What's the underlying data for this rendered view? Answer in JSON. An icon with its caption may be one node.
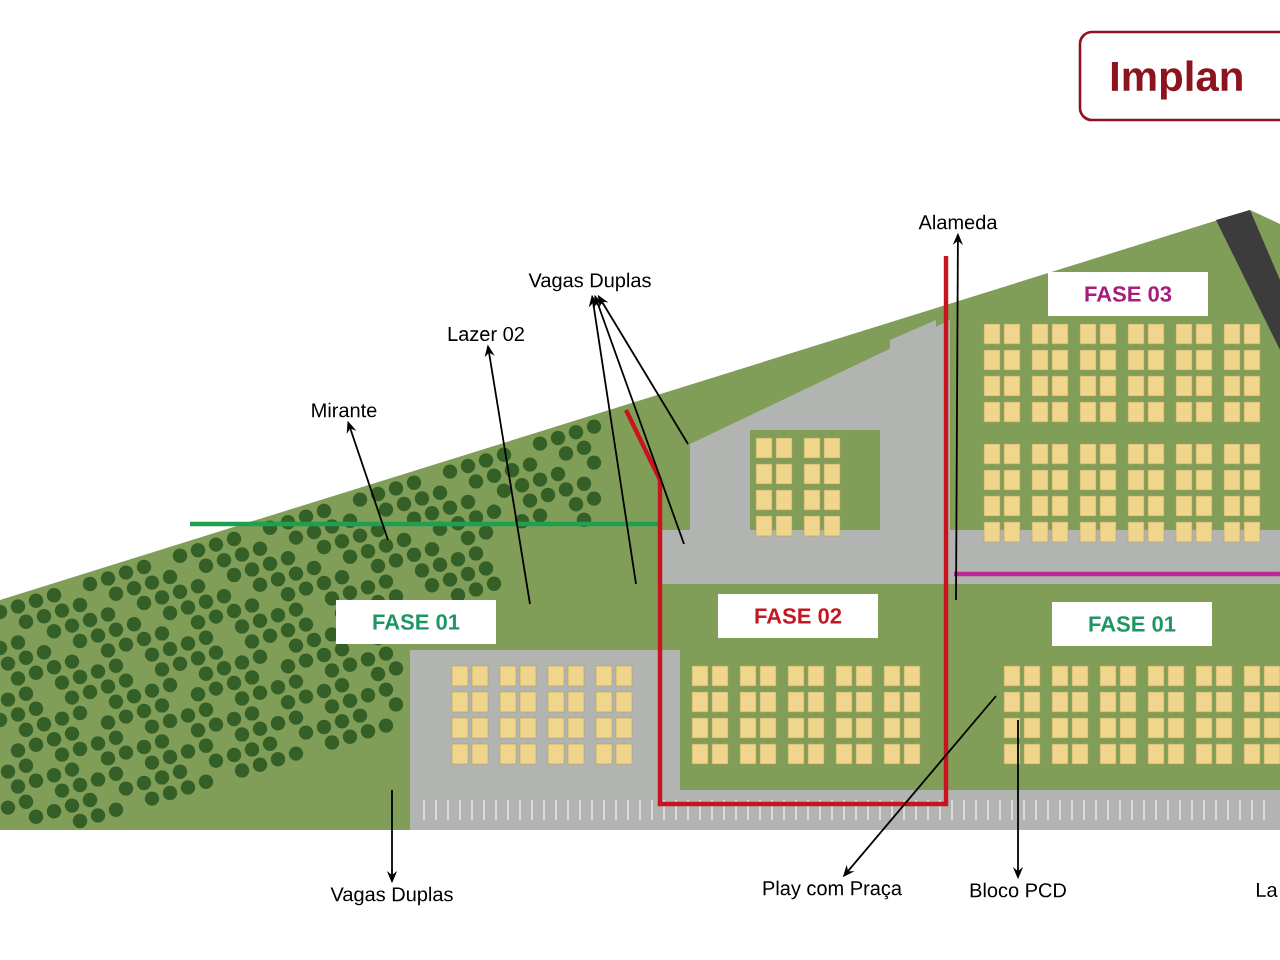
{
  "diagram": {
    "title": "Implan",
    "nodes": [
      {
        "text": [
          "Alameda"
        ]
      },
      {
        "text": [
          "Vagas Duplas"
        ]
      },
      {
        "text": [
          "FASE 03"
        ]
      },
      {
        "text": [
          "Lazer 02"
        ]
      },
      {
        "text": [
          "Mirante"
        ]
      },
      {
        "text": [
          "FASE 01"
        ]
      },
      {
        "text": [
          "FASE 02"
        ]
      },
      {
        "text": [
          "FASE 01"
        ]
      },
      {
        "text": [
          "Vagas Duplas"
        ]
      },
      {
        "text": [
          "Play com Praça"
        ]
      },
      {
        "text": [
          "Bloco PCD"
        ]
      }
    ],
    "edges": [
      {
        "from": null,
        "to": 0,
        "arrow": "to"
      },
      {
        "from": null,
        "to": 1,
        "arrow": "to"
      },
      {
        "from": null,
        "to": 1,
        "arrow": "to"
      },
      {
        "from": null,
        "to": 1,
        "arrow": "to"
      },
      {
        "from": null,
        "to": 3,
        "arrow": "to"
      },
      {
        "from": null,
        "to": 4,
        "arrow": "to"
      },
      {
        "from": null,
        "to": 8,
        "arrow": "to"
      },
      {
        "from": null,
        "to": 9,
        "arrow": "to"
      },
      {
        "from": null,
        "to": 10,
        "arrow": "to"
      }
    ],
    "labels": [
      "La"
    ]
  }
}
